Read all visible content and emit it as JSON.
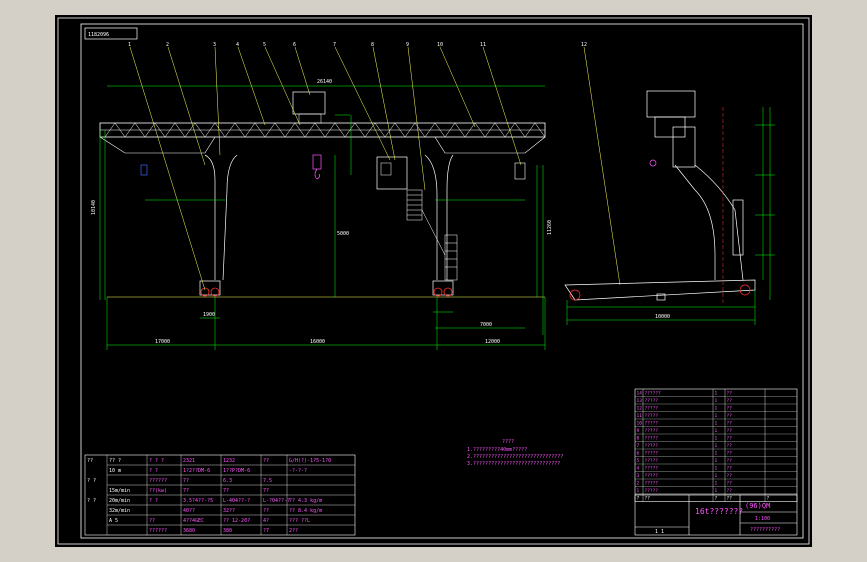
{
  "title_tag": "1182096",
  "dimensions": {
    "top_span": "26140",
    "main_span": "16000",
    "left_cant": "17000",
    "right_cant": "12000",
    "lift_height": "5000",
    "overall_height": "10140",
    "wheel_base": "10000",
    "base_small": "7000",
    "rail_dim": "1900",
    "side_height": "11260"
  },
  "callouts": [
    "1",
    "2",
    "3",
    "4",
    "5",
    "6",
    "7",
    "8",
    "9",
    "10",
    "11",
    "12"
  ],
  "notes": {
    "title": "????",
    "lines": [
      "1.?????????40mm?????",
      "2.??????????????????????????????",
      "3.?????????????????????????????"
    ]
  },
  "title_block": {
    "name": "16t???????",
    "drawing_no": "(96)QM",
    "scale": "1:100",
    "sheet": "1 1",
    "company": "??????????"
  },
  "param_table": {
    "rows": [
      [
        "??",
        "?? ?",
        "? ? ?",
        "2321",
        "1232",
        "??",
        "G/H(?)-1?5-1?0"
      ],
      [
        "",
        "10 m",
        "? ?",
        "1?2??DM-6",
        "1??P?DM-6",
        "",
        "-?-?-?"
      ],
      [
        "? ?",
        "",
        "??????",
        "7?",
        "6.3",
        "7.5",
        ""
      ],
      [
        "",
        "15m/min",
        "??(kw)",
        "7?",
        "7?",
        "7?",
        ""
      ],
      [
        "? ?",
        "20m/min",
        "? ?",
        "3.5?4??-?5",
        "L-404??-?",
        "L-?04??-?",
        "?? 4.3 kg/m"
      ],
      [
        "",
        "32m/min",
        "",
        "40??",
        "32??",
        "??",
        "?? 8.4 kg/m"
      ],
      [
        "",
        "A 5",
        "??",
        "4??4GEC",
        "?? 12-20?",
        "4?",
        "??? ??L"
      ],
      [
        "",
        "",
        "??????",
        "3680",
        "380",
        "?7",
        "2??"
      ]
    ]
  },
  "bom": {
    "rows": [
      [
        "14",
        "??????",
        "1",
        "??",
        ""
      ],
      [
        "13",
        "?????",
        "1",
        "??",
        ""
      ],
      [
        "12",
        "?????",
        "1",
        "??",
        ""
      ],
      [
        "11",
        "?????",
        "1",
        "??",
        ""
      ],
      [
        "10",
        "?????",
        "1",
        "??",
        ""
      ],
      [
        "9",
        "?????",
        "1",
        "??",
        ""
      ],
      [
        "8",
        "?????",
        "1",
        "??",
        ""
      ],
      [
        "7",
        "?????",
        "1",
        "??",
        ""
      ],
      [
        "6",
        "?????",
        "1",
        "??",
        ""
      ],
      [
        "5",
        "?????",
        "1",
        "??",
        ""
      ],
      [
        "4",
        "?????",
        "1",
        "??",
        ""
      ],
      [
        "3",
        "?????",
        "1",
        "??",
        ""
      ],
      [
        "2",
        "?????",
        "1",
        "??",
        ""
      ],
      [
        "1",
        "?????",
        "1",
        "??",
        ""
      ]
    ],
    "header": [
      "?",
      "??",
      "?",
      "??",
      "?"
    ]
  },
  "colors": {
    "background": "#000000",
    "structure": "#ffffff",
    "dimension": "#00ff00",
    "leader": "#ffff55",
    "accent": "#ff55ff",
    "hatch": "#ff3333",
    "axis": "#3333ff"
  }
}
